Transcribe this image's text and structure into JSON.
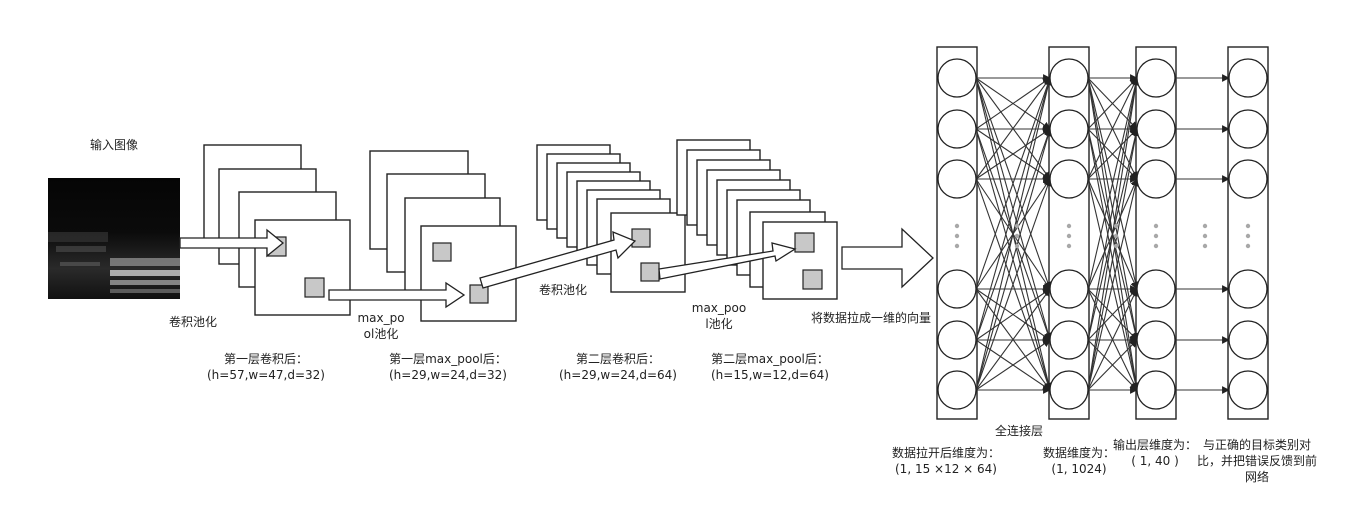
{
  "diagram": {
    "input_label": "输入图像",
    "conv1_pool_label": "卷积池化",
    "maxpool1_label_line1": "max_po",
    "maxpool1_label_line2": "ol池化",
    "conv2_pool_label": "卷积池化",
    "maxpool2_label_line1": "max_poo",
    "maxpool2_label_line2": "l池化",
    "flatten_label": "将数据拉成一维的向量",
    "stage1_line1": "第一层卷积后：",
    "stage1_line2": "(h=57,w=47,d=32)",
    "stage2_line1": "第一层max_pool后：",
    "stage2_line2": "(h=29,w=24,d=32)",
    "stage3_line1": "第二层卷积后：",
    "stage3_line2": "(h=29,w=24,d=64)",
    "stage4_line1": "第二层max_pool后：",
    "stage4_line2": "(h=15,w=12,d=64)",
    "fc_label": "全连接层",
    "flat_dim_line1": "数据拉开后维度为：",
    "flat_dim_line2": "(1, 15 ×12 × 64)",
    "hidden_dim_line1": "数据维度为：",
    "hidden_dim_line2": "(1, 1024)",
    "output_dim_line1": "输出层维度为：",
    "output_dim_line2": "( 1, 40 )",
    "compare_line1": "与正确的目标类别对",
    "compare_line2": "比，并把错误反馈到前",
    "compare_line3": "网络"
  }
}
